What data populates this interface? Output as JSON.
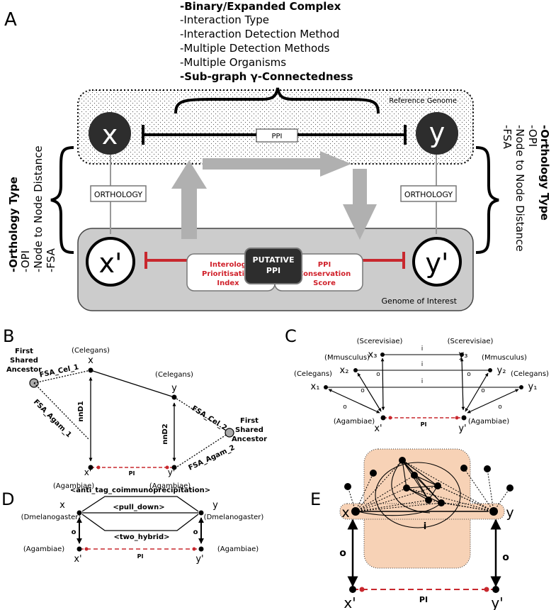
{
  "panelA": {
    "label": "A",
    "criteria": [
      "-Binary/Expanded Complex",
      "-Interaction Type",
      "-Interaction Detection Method",
      "-Multiple Detection Methods",
      "-Multiple Organisms",
      "-Sub-graph γ-Connectedness"
    ],
    "reference_genome": "Reference Genome",
    "genome_of_interest": "Genome of Interest",
    "x": "x",
    "y": "y",
    "xp": "x'",
    "yp": "y'",
    "ppi": "PPI",
    "orthology_left": "ORTHOLOGY",
    "orthology_right": "ORTHOLOGY",
    "putative_1": "PUTATIVE",
    "putative_2": "PPI",
    "ipi_1": "Interolog",
    "ipi_2": "Prioritisation",
    "ipi_3": "Index",
    "pcs_1": "PPI",
    "pcs_2": "Conservation",
    "pcs_3": "Score",
    "orth_type": "-Orthology Type",
    "orth_items": [
      "-OPI",
      "-Node to Node Distance",
      "-FSA"
    ]
  },
  "panelB": {
    "label": "B",
    "x": "x",
    "y": "y",
    "xp": "x'",
    "yp": "y'",
    "celegans_x": "(Celegans)",
    "celegans_y": "(Celegans)",
    "agambiae_x": "(Agambiae)",
    "agambiae_y": "(Agambiae)",
    "fsa_cel_1": "FSA_Cel_1",
    "fsa_agam_1": "FSA_Agam_1",
    "fsa_cel_2": "FSA_Cel_2",
    "fsa_agam_2": "FSA_Agam_2",
    "nnd1": "nnD1",
    "nnd2": "nnD2",
    "pi": "PI",
    "first_left": [
      "First",
      "Shared",
      "Ancestor"
    ],
    "first_right": [
      "First",
      "Shared",
      "Ancestor"
    ]
  },
  "panelC": {
    "label": "C",
    "x1": "x₁",
    "x2": "x₂",
    "x3": "x₃",
    "y1": "y₁",
    "y2": "y₂",
    "y3": "y₃",
    "xp": "x'",
    "yp": "y'",
    "scer_l": "(Scerevisiae)",
    "scer_r": "(Scerevisiae)",
    "mmus_l": "(Mmusculus)",
    "mmus_r": "(Mmusculus)",
    "cel_l": "(Celegans)",
    "cel_r": "(Celegans)",
    "agam_l": "(Agambiae)",
    "agam_r": "(Agambiae)",
    "i": "i",
    "o": "o",
    "pi": "PI"
  },
  "panelD": {
    "label": "D",
    "x": "x",
    "y": "y",
    "xp": "x'",
    "yp": "y'",
    "anti_tag": "<anti_tag_coimmunoprecipitation>",
    "pull_down": "<pull_down>",
    "two_hybrid": "<two_hybrid>",
    "dmel_l": "(Dmelanogaster)",
    "dmel_r": "(Dmelanogaster)",
    "agam_l": "(Agambiae)",
    "agam_r": "(Agambiae)",
    "o": "o",
    "pi": "PI"
  },
  "panelE": {
    "label": "E",
    "x": "x",
    "y": "y",
    "xp": "x'",
    "yp": "y'",
    "i": "i",
    "o": "o",
    "pi": "PI"
  },
  "colors": {
    "dark_node": "#2d2d2d",
    "red_link": "#c8282e",
    "gray_arrow": "#b0b0b0",
    "genome_box": "#cccccc",
    "peach": "#f7d2b6"
  }
}
